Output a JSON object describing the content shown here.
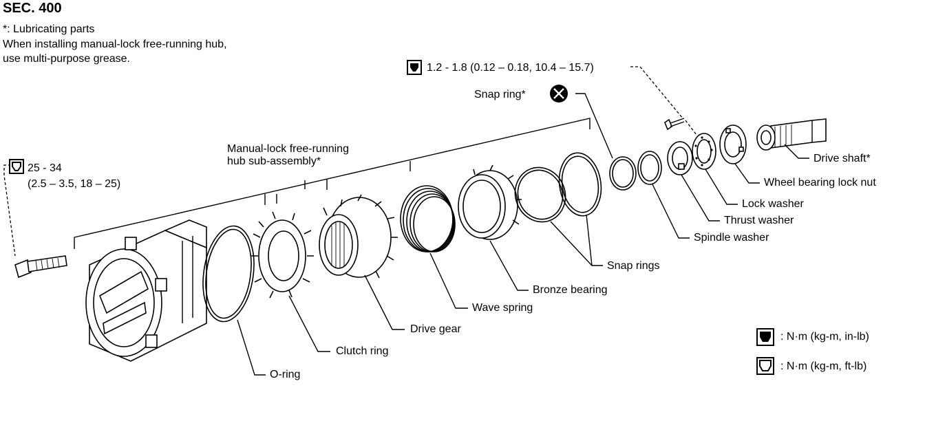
{
  "section": "SEC. 400",
  "notes": {
    "lubricating": "*: Lubricating parts",
    "instruction": "When installing manual-lock free-running hub,\nuse multi-purpose grease."
  },
  "torques": {
    "screw_spec": "1.2 - 1.8 (0.12 – 0.18, 10.4 – 15.7)",
    "bolt_spec_line1": "25 - 34",
    "bolt_spec_line2": "(2.5 – 3.5, 18 – 25)"
  },
  "labels": {
    "hub_sub_assembly": "Manual-lock free-running\nhub sub-assembly*",
    "snap_ring_top": "Snap ring*",
    "drive_shaft": "Drive shaft*",
    "wheel_bearing_lock_nut": "Wheel bearing lock nut",
    "lock_washer": "Lock washer",
    "thrust_washer": "Thrust washer",
    "spindle_washer": "Spindle washer",
    "snap_rings": "Snap rings",
    "bronze_bearing": "Bronze bearing",
    "wave_spring": "Wave spring",
    "drive_gear": "Drive gear",
    "clutch_ring": "Clutch ring",
    "o_ring": "O-ring"
  },
  "legend": {
    "nm_in_lb": ": N·m (kg-m, in-lb)",
    "nm_ft_lb": ": N·m (kg-m, ft-lb)"
  },
  "icons": [
    "torque-in-lb-icon",
    "torque-ft-lb-icon",
    "do-not-reuse-icon"
  ]
}
